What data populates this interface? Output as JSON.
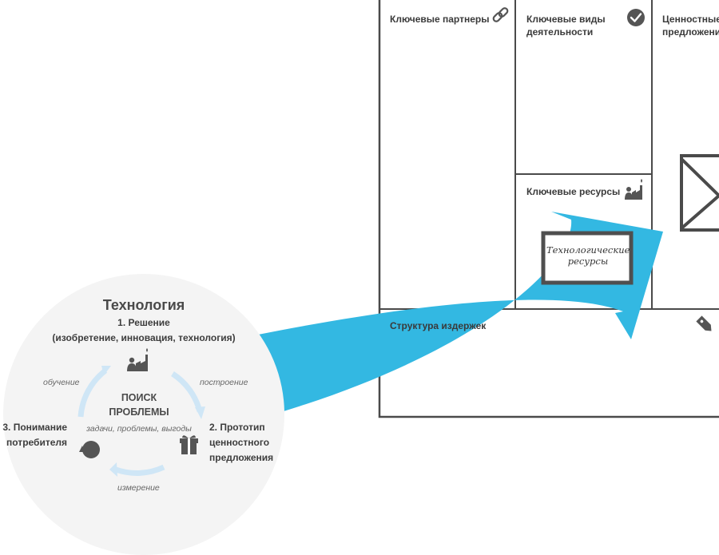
{
  "canvas": {
    "key_partners": "Ключевые партнеры",
    "key_activities_line1": "Ключевые виды",
    "key_activities_line2": "деятельности",
    "value_prop_line1": "Ценностные",
    "value_prop_line2": "предложения",
    "key_resources": "Ключевые ресурсы",
    "cost_structure": "Структура издержек"
  },
  "note": {
    "line1": "Технологические",
    "line2": "ресурсы"
  },
  "cycle": {
    "title": "Технология",
    "step1_line1": "1. Решение",
    "step1_line2": "(изобретение, инновация, технология)",
    "step2_line1": "2. Прототип",
    "step2_line2": "ценностного",
    "step2_line3": "предложения",
    "step3_line1": "3. Понимание",
    "step3_line2": "потребителя",
    "center_line1": "ПОИСК",
    "center_line2": "ПРОБЛЕМЫ",
    "center_sub": "задачи, проблемы, выгоды",
    "arrow_learning": "обучение",
    "arrow_building": "построение",
    "arrow_measuring": "измерение"
  },
  "colors": {
    "accent_arrow": "#33b8e2",
    "cycle_arrows": "#cfe6f6",
    "grid_lines": "#4a4a4a",
    "icons": "#4a4a4a"
  },
  "icons": {
    "link": "link-icon",
    "check": "check-circle-icon",
    "resources": "factory-person-icon",
    "tag": "price-tag-icon",
    "gift": "gift-icon",
    "customer": "customer-head-icon"
  }
}
